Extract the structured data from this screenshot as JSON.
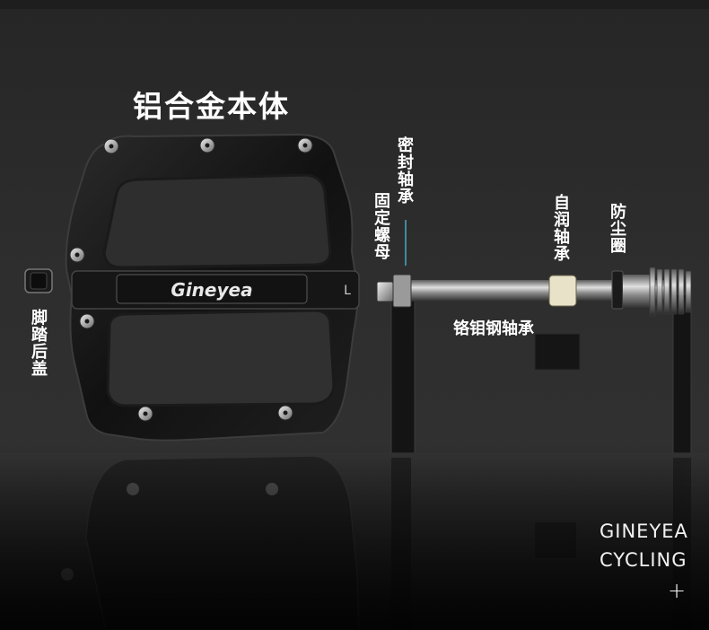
{
  "title": "铝合金本体",
  "labels": {
    "sealed_bearing": "密封轴承",
    "fixing_nut": "固定螺母",
    "self_lube_bearing": "自润轴承",
    "dust_ring": "防尘圈",
    "rear_cap": "脚踏后盖",
    "steel_bearing": "铬钼钢轴承"
  },
  "pedal": {
    "logo": "Gineyea",
    "side_mark": "L"
  },
  "brand": {
    "line1": "GINEYEA",
    "line2": "CYCLING",
    "plus": "+"
  }
}
